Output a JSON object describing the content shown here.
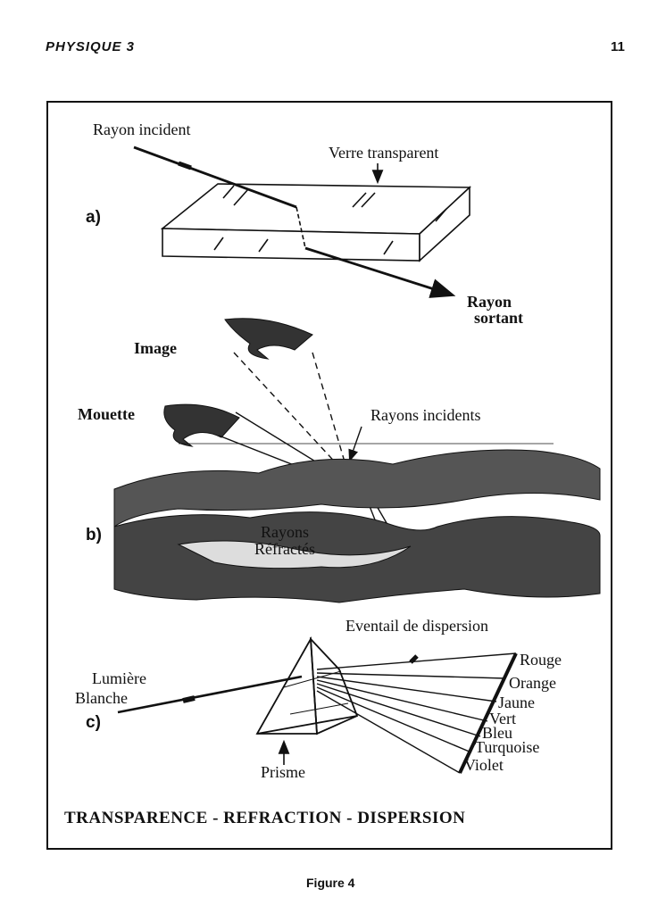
{
  "header": {
    "left": "PHYSIQUE 3",
    "page_number": "11"
  },
  "figure": {
    "panel_a": {
      "letter": "a)",
      "rayon_incident": "Rayon incident",
      "verre_transparent": "Verre transparent",
      "rayon_sortant_1": "Rayon",
      "rayon_sortant_2": "sortant"
    },
    "panel_b": {
      "letter": "b)",
      "image": "Image",
      "mouette": "Mouette",
      "rayons_incidents": "Rayons incidents",
      "rayons_refractes_1": "Rayons",
      "rayons_refractes_2": "Réfractés"
    },
    "panel_c": {
      "letter": "c)",
      "eventail": "Eventail de dispersion",
      "lumiere_1": "Lumière",
      "lumiere_2": "Blanche",
      "prisme": "Prisme",
      "colors": [
        "Rouge",
        "Orange",
        "Jaune",
        "Vert",
        "Bleu",
        "Turquoise",
        "Violet"
      ]
    },
    "title": "TRANSPARENCE  -  REFRACTION  -  DISPERSION"
  },
  "caption": "Figure 4"
}
